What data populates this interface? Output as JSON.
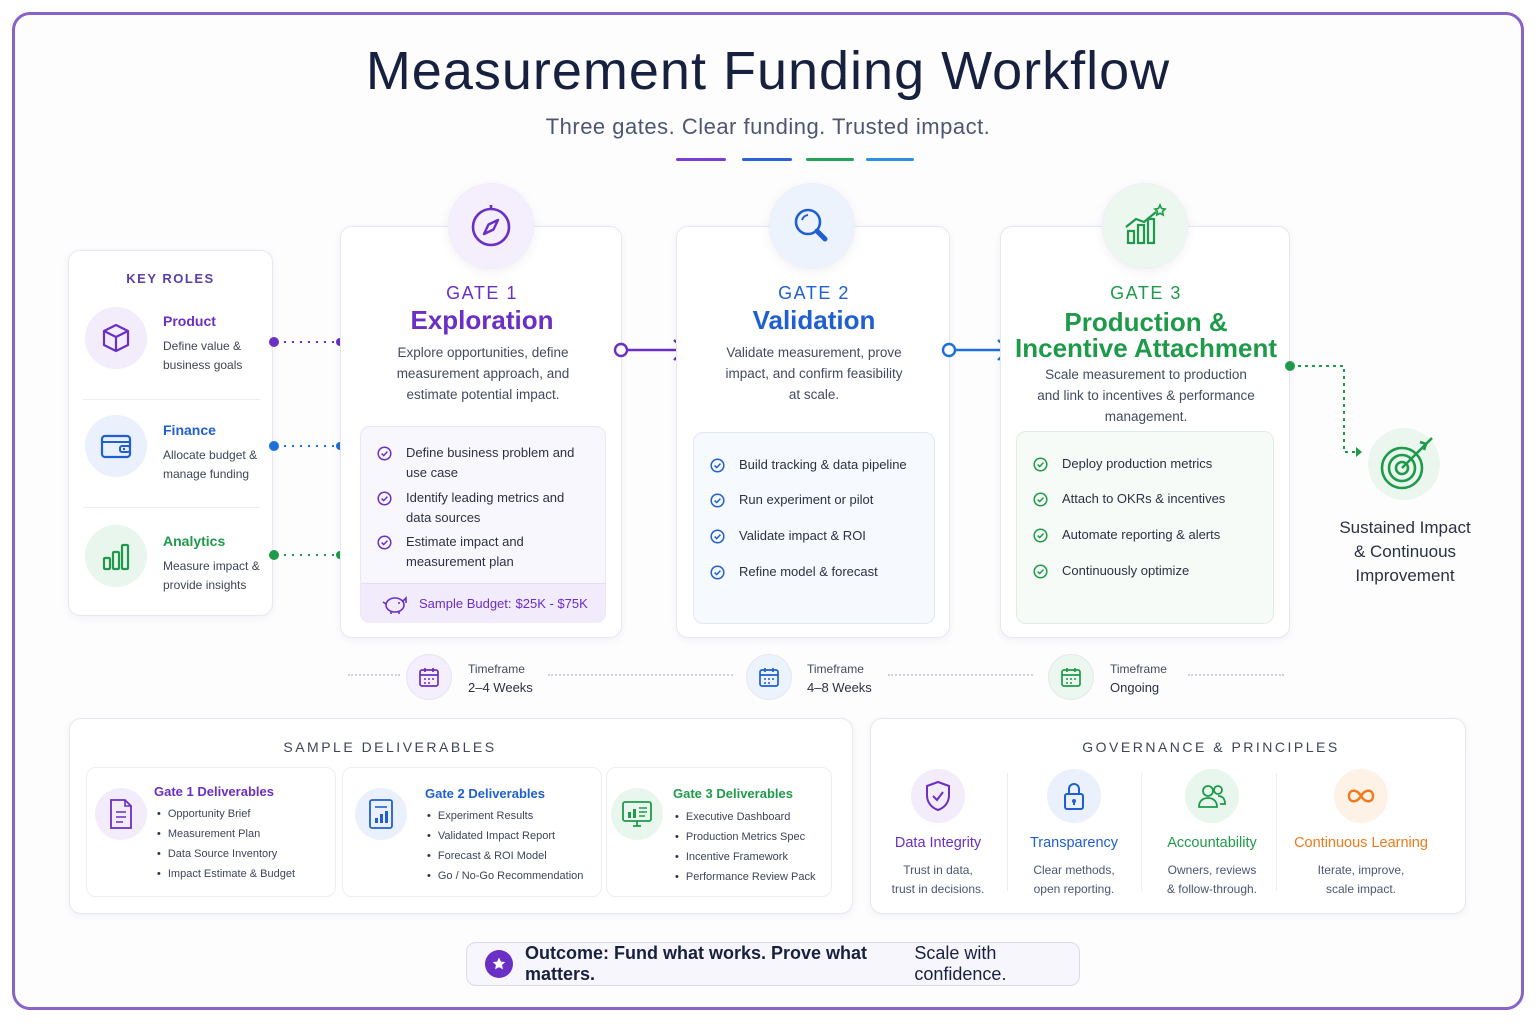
{
  "header": {
    "title": "Measurement Funding Workflow",
    "subtitle": "Three gates. Clear funding. Trusted impact."
  },
  "colors": {
    "purple": "#6a2fc4",
    "blue": "#1f5fcf",
    "green": "#1f9a4a",
    "teal_blue": "#2b8ad8",
    "orange": "#f07a1a",
    "frame": "#8a63c9"
  },
  "key_roles": {
    "title": "KEY ROLES",
    "items": [
      {
        "name": "Product",
        "desc": "Define value & business goals",
        "icon": "cube-icon"
      },
      {
        "name": "Finance",
        "desc": "Allocate budget & manage funding",
        "icon": "wallet-icon"
      },
      {
        "name": "Analytics",
        "desc": "Measure impact & provide insights",
        "icon": "bar-chart-icon"
      }
    ]
  },
  "gates": [
    {
      "label": "GATE 1",
      "name": "Exploration",
      "desc": "Explore opportunities, define measurement approach, and estimate potential impact.",
      "icon": "compass-icon",
      "items": [
        "Define business problem and use case",
        "Identify leading metrics and data sources",
        "Estimate impact and measurement plan"
      ],
      "budget_label": "Sample Budget:",
      "budget_value": "$25K - $75K"
    },
    {
      "label": "GATE 2",
      "name": "Validation",
      "desc": "Validate measurement, prove impact, and confirm feasibility at scale.",
      "icon": "magnifier-icon",
      "items": [
        "Build tracking & data pipeline",
        "Run experiment or pilot",
        "Validate impact & ROI",
        "Refine model & forecast"
      ]
    },
    {
      "label": "GATE 3",
      "name_line1": "Production &",
      "name_line2": "Incentive Attachment",
      "desc": "Scale measurement to production and link to incentives & performance management.",
      "icon": "growth-chart-icon",
      "items": [
        "Deploy production metrics",
        "Attach to OKRs & incentives",
        "Automate reporting & alerts",
        "Continuously optimize"
      ]
    }
  ],
  "sustained": {
    "line1": "Sustained Impact",
    "line2": "& Continuous",
    "line3": "Improvement",
    "icon": "target-icon"
  },
  "timeframes": [
    {
      "label": "Timeframe",
      "value": "2–4 Weeks"
    },
    {
      "label": "Timeframe",
      "value": "4–8 Weeks"
    },
    {
      "label": "Timeframe",
      "value": "Ongoing"
    }
  ],
  "deliverables": {
    "title": "SAMPLE DELIVERABLES",
    "groups": [
      {
        "title": "Gate 1 Deliverables",
        "icon": "document-icon",
        "items": [
          "Opportunity Brief",
          "Measurement Plan",
          "Data Source Inventory",
          "Impact Estimate & Budget"
        ]
      },
      {
        "title": "Gate 2 Deliverables",
        "icon": "report-icon",
        "items": [
          "Experiment Results",
          "Validated Impact Report",
          "Forecast & ROI Model",
          "Go / No-Go Recommendation"
        ]
      },
      {
        "title": "Gate 3 Deliverables",
        "icon": "dashboard-icon",
        "items": [
          "Executive Dashboard",
          "Production Metrics Spec",
          "Incentive Framework",
          "Performance Review Pack"
        ]
      }
    ]
  },
  "governance": {
    "title": "GOVERNANCE & PRINCIPLES",
    "items": [
      {
        "name": "Data Integrity",
        "desc1": "Trust in data,",
        "desc2": "trust in decisions.",
        "icon": "shield-check-icon"
      },
      {
        "name": "Transparency",
        "desc1": "Clear methods,",
        "desc2": "open reporting.",
        "icon": "lock-icon"
      },
      {
        "name": "Accountability",
        "desc1": "Owners, reviews",
        "desc2": "& follow-through.",
        "icon": "people-icon"
      },
      {
        "name": "Continuous Learning",
        "desc1": "Iterate, improve,",
        "desc2": "scale impact.",
        "icon": "infinity-icon"
      }
    ]
  },
  "outcome": {
    "bold": "Outcome: Fund what works. Prove what matters.",
    "rest": "Scale with confidence.",
    "icon": "star-icon"
  }
}
